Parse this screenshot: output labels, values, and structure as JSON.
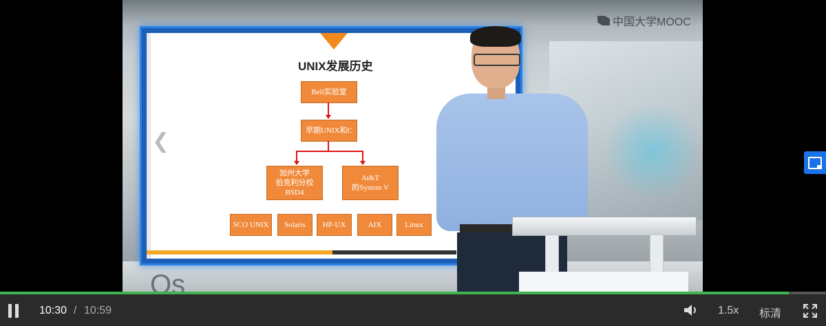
{
  "video": {
    "logo_text": "中国大学MOOC",
    "floor_text": "Os",
    "slide": {
      "title": "UNIX发展历史",
      "prev_arrow": "❮",
      "boxes": {
        "bell": "Bell实验室",
        "early": "早期UNIX和C",
        "bsd_line1": "加州大学",
        "bsd_line2": "伯克利分校",
        "bsd_line3": "BSD4",
        "att_line1": "At&T",
        "att_line2": "的System V",
        "sco": "SCO UNIX",
        "solaris": "Solaris",
        "hpux": "HP-UX",
        "aix": "AIX",
        "linux": "Linux"
      }
    }
  },
  "controls": {
    "current_time": "10:30",
    "separator": "/",
    "total_time": "10:59",
    "progress_fraction": 0.955,
    "speed": "1.5x",
    "quality": "标清"
  },
  "colors": {
    "seek_fill": "#3fb34f",
    "box_fill": "#f08a3a",
    "side_button": "#1a73e8"
  }
}
